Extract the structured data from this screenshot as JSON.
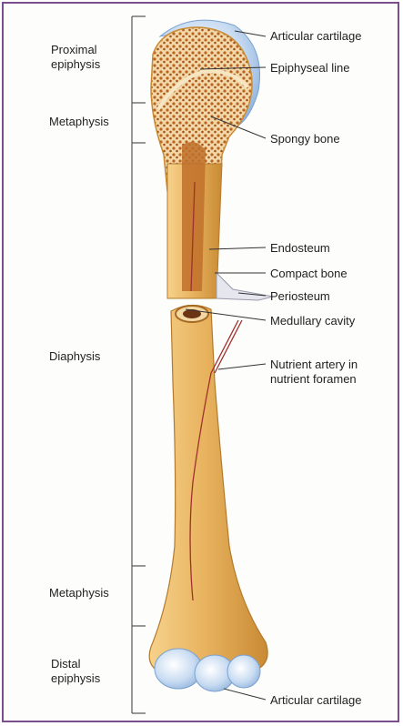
{
  "left_labels": {
    "proximal_epiphysis_1": "Proximal",
    "proximal_epiphysis_2": "epiphysis",
    "metaphysis_top": "Metaphysis",
    "diaphysis": "Diaphysis",
    "metaphysis_bottom": "Metaphysis",
    "distal_epiphysis_1": "Distal",
    "distal_epiphysis_2": "epiphysis"
  },
  "right_labels": {
    "articular_cartilage_top": "Articular cartilage",
    "epiphyseal_line": "Epiphyseal line",
    "spongy_bone": "Spongy bone",
    "endosteum": "Endosteum",
    "compact_bone": "Compact bone",
    "periosteum": "Periosteum",
    "medullary_cavity": "Medullary cavity",
    "nutrient_artery_1": "Nutrient artery in",
    "nutrient_artery_2": "nutrient foramen",
    "articular_cartilage_bottom": "Articular cartilage"
  },
  "colors": {
    "frame": "#7b4f8e",
    "bone": "#e9b460",
    "bone_shadow": "#c98a34",
    "spongy": "#b9651f",
    "cartilage": "#a9c8e8",
    "artery": "#a0312e",
    "marrow": "#c0702a",
    "leader": "#333333"
  }
}
